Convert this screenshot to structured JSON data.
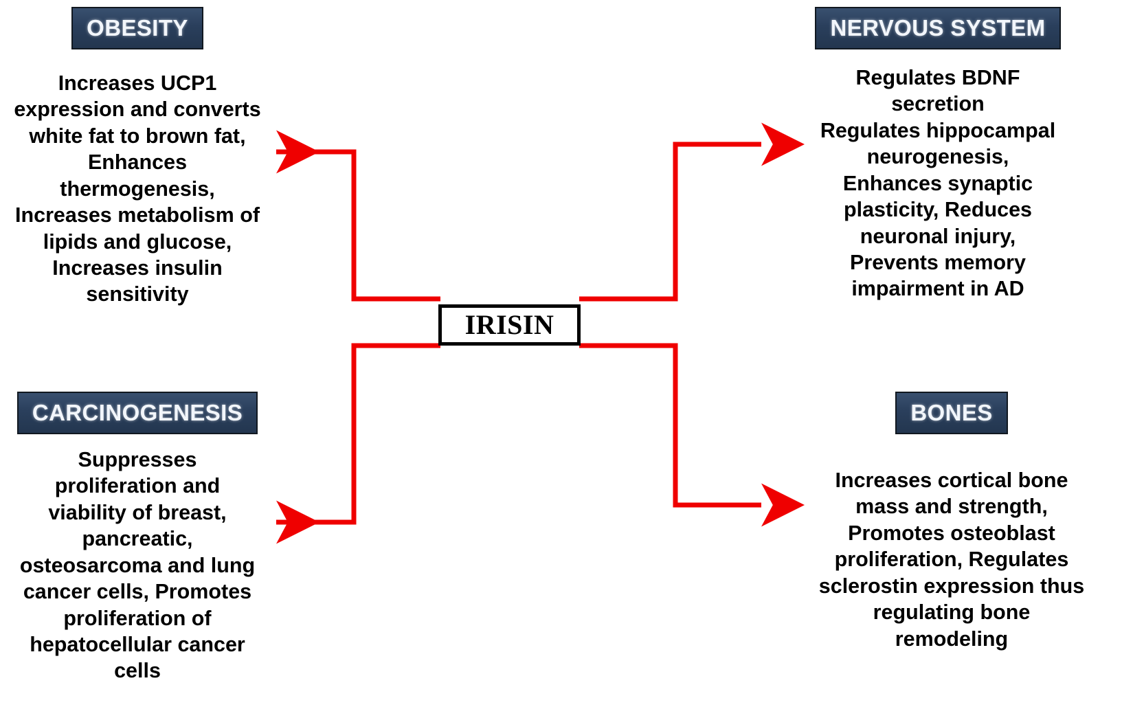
{
  "diagram": {
    "title": "IRISIN",
    "center_node": {
      "label": "IRISIN"
    },
    "colors": {
      "chip_background": "#2a3f5c",
      "chip_border": "#111820",
      "chip_text": "#f2f6fb",
      "connector": "#ef0000",
      "center_border": "#000000",
      "body_text": "#000000",
      "page_background": "#ffffff"
    },
    "quadrants": [
      {
        "id": "obesity",
        "position": "top-left",
        "heading": "OBESITY",
        "body": "Increases UCP1\nexpression and converts\nwhite fat to brown fat,\nEnhances\nthermogenesis,\nIncreases metabolism of\nlipids and glucose,\nIncreases insulin\nsensitivity",
        "arrow_direction": "left"
      },
      {
        "id": "nervous-system",
        "position": "top-right",
        "heading": "NERVOUS SYSTEM",
        "body": "Regulates BDNF\nsecretion\nRegulates hippocampal\nneurogenesis,\nEnhances synaptic\nplasticity, Reduces\nneuronal injury,\nPrevents memory\nimpairment in AD",
        "arrow_direction": "right"
      },
      {
        "id": "carcinogenesis",
        "position": "bottom-left",
        "heading": "CARCINOGENESIS",
        "body": "Suppresses\nproliferation and\nviability of breast,\npancreatic,\nosteosarcoma and lung\ncancer cells, Promotes\nproliferation of\nhepatocellular cancer\ncells",
        "arrow_direction": "left"
      },
      {
        "id": "bones",
        "position": "bottom-right",
        "heading": "BONES",
        "body": "Increases cortical bone\nmass and strength,\nPromotes osteoblast\nproliferation, Regulates\nsclerostin expression thus\nregulating bone\nremodeling",
        "arrow_direction": "right"
      }
    ],
    "connectors": [
      {
        "id": "connector-to-obesity",
        "from": "IRISIN",
        "to": "OBESITY",
        "style": "elbow-arrow"
      },
      {
        "id": "connector-to-nervous-system",
        "from": "IRISIN",
        "to": "NERVOUS SYSTEM",
        "style": "elbow-arrow"
      },
      {
        "id": "connector-to-carcinogenesis",
        "from": "IRISIN",
        "to": "CARCINOGENESIS",
        "style": "elbow-arrow"
      },
      {
        "id": "connector-to-bones",
        "from": "IRISIN",
        "to": "BONES",
        "style": "elbow-arrow"
      }
    ]
  }
}
